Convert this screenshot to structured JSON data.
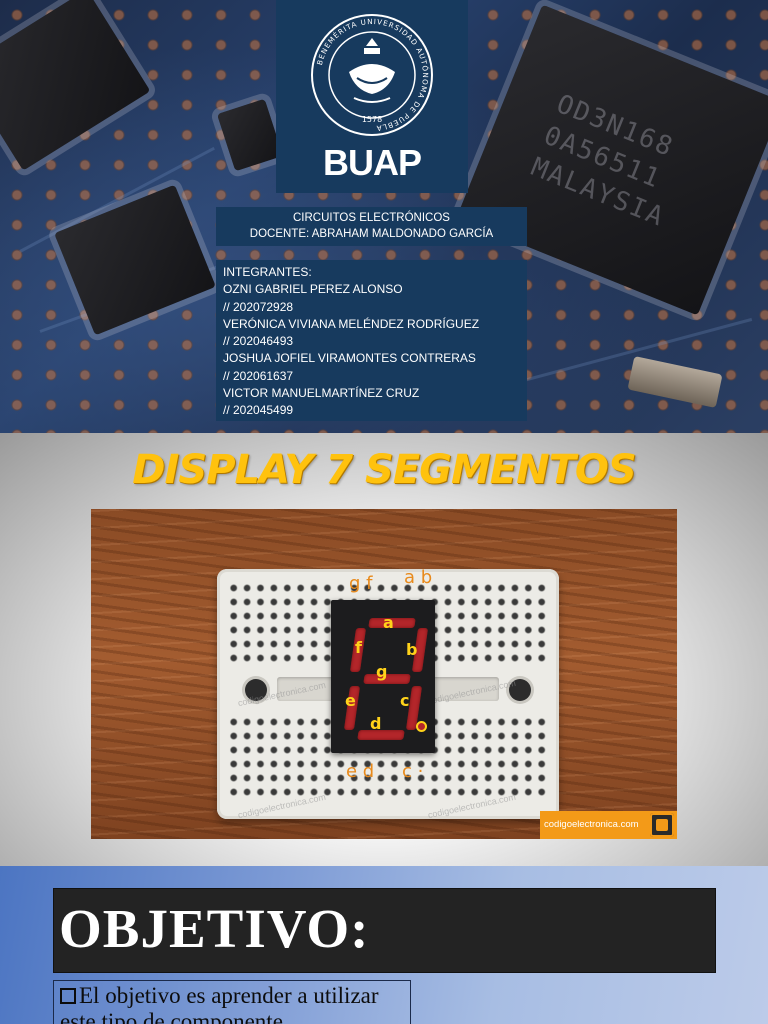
{
  "slide1": {
    "logo": {
      "word": "BUAP",
      "seal_text": "BENEMÉRITA UNIVERSIDAD AUTÓNOMA DE PUEBLA",
      "seal_year": "1578"
    },
    "course": {
      "line1": "CIRCUITOS ELECTRÓNICOS",
      "line2": "DOCENTE: ABRAHAM MALDONADO GARCÍA"
    },
    "members": {
      "heading": "INTEGRANTES:",
      "lines": [
        "OZNI GABRIEL PEREZ ALONSO",
        "// 202072928",
        "VERÓNICA VIVIANA MELÉNDEZ RODRÍGUEZ",
        "// 202046493",
        "JOSHUA JOFIEL VIRAMONTES CONTRERAS",
        "// 202061637",
        "VICTOR MANUELMARTÍNEZ CRUZ",
        "// 202045499"
      ]
    },
    "chip_text": [
      "OD3N168",
      "0A56511",
      "MALAYSIA"
    ],
    "colors": {
      "box": "#173a5e"
    }
  },
  "slide2": {
    "title": "DISPLAY 7 SEGMENTOS",
    "pins_top": {
      "left": "g f",
      "right": "a b"
    },
    "pins_bottom": {
      "left": "e d",
      "right": "c ·"
    },
    "segment_labels": {
      "a": "a",
      "b": "b",
      "c": "c",
      "d": "d",
      "e": "e",
      "f": "f",
      "g": "g"
    },
    "watermark": "codigoelectronica.com",
    "badge": "codigoelectronica.com",
    "colors": {
      "title": "#ffc20e",
      "segment": "#b3262a",
      "label": "#ffd21a"
    }
  },
  "slide3": {
    "title": "OBJETIVO:",
    "text": "El objetivo es aprender a utilizar este tipo de componente"
  }
}
